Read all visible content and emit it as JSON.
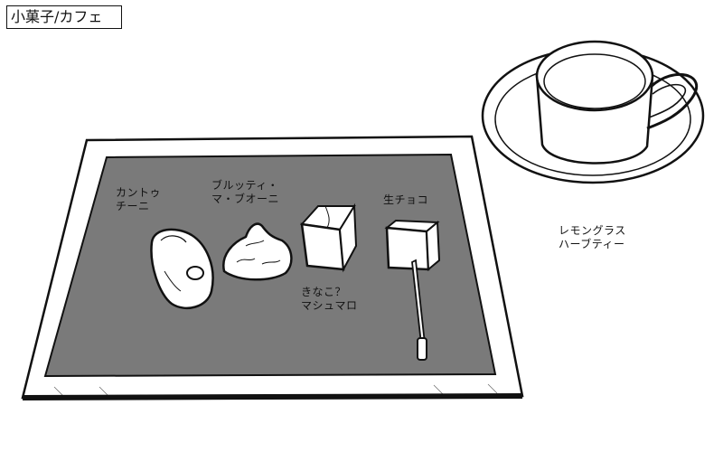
{
  "header": {
    "title": "小菓子/カフェ"
  },
  "tray": {
    "items": [
      {
        "label": "カントゥ\nチーニ"
      },
      {
        "label": "ブルッティ・\nマ・ブオーニ"
      },
      {
        "label": "きなこ？\nマシュマロ"
      },
      {
        "label": "生チョコ"
      }
    ]
  },
  "cup": {
    "label": "レモングラス\nハーブティー"
  },
  "colors": {
    "ink": "#111111",
    "tray_fill": "#7a7a7a",
    "paper": "#ffffff"
  }
}
